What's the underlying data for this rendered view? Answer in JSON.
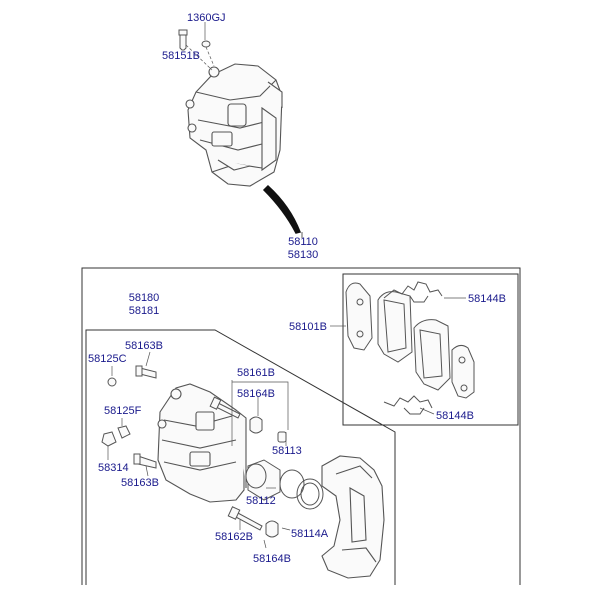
{
  "parts": {
    "bolt_washer_top": "1360GJ",
    "bolt_top": "58151B",
    "caliper_assembly": [
      "58110",
      "58130"
    ],
    "caliper_body": [
      "58180",
      "58181"
    ],
    "pad_kit": "58101B",
    "pad_clip_top": "58144B",
    "pad_clip_bottom": "58144B",
    "guide_bolt_upper": "58163B",
    "bleeder_cap": "58125C",
    "bleeder_screw": "58125F",
    "fitting": "58314",
    "guide_bolt_lower": "58163B",
    "guide_pin_upper": "58161B",
    "boot_upper": "58164B",
    "piston_seal": "58113",
    "piston": "58112",
    "guide_pin_lower": "58162B",
    "carrier": "58114A",
    "boot_lower": "58164B"
  },
  "colors": {
    "label": "#1a1a8c",
    "line": "#333333",
    "part": "#555555"
  }
}
